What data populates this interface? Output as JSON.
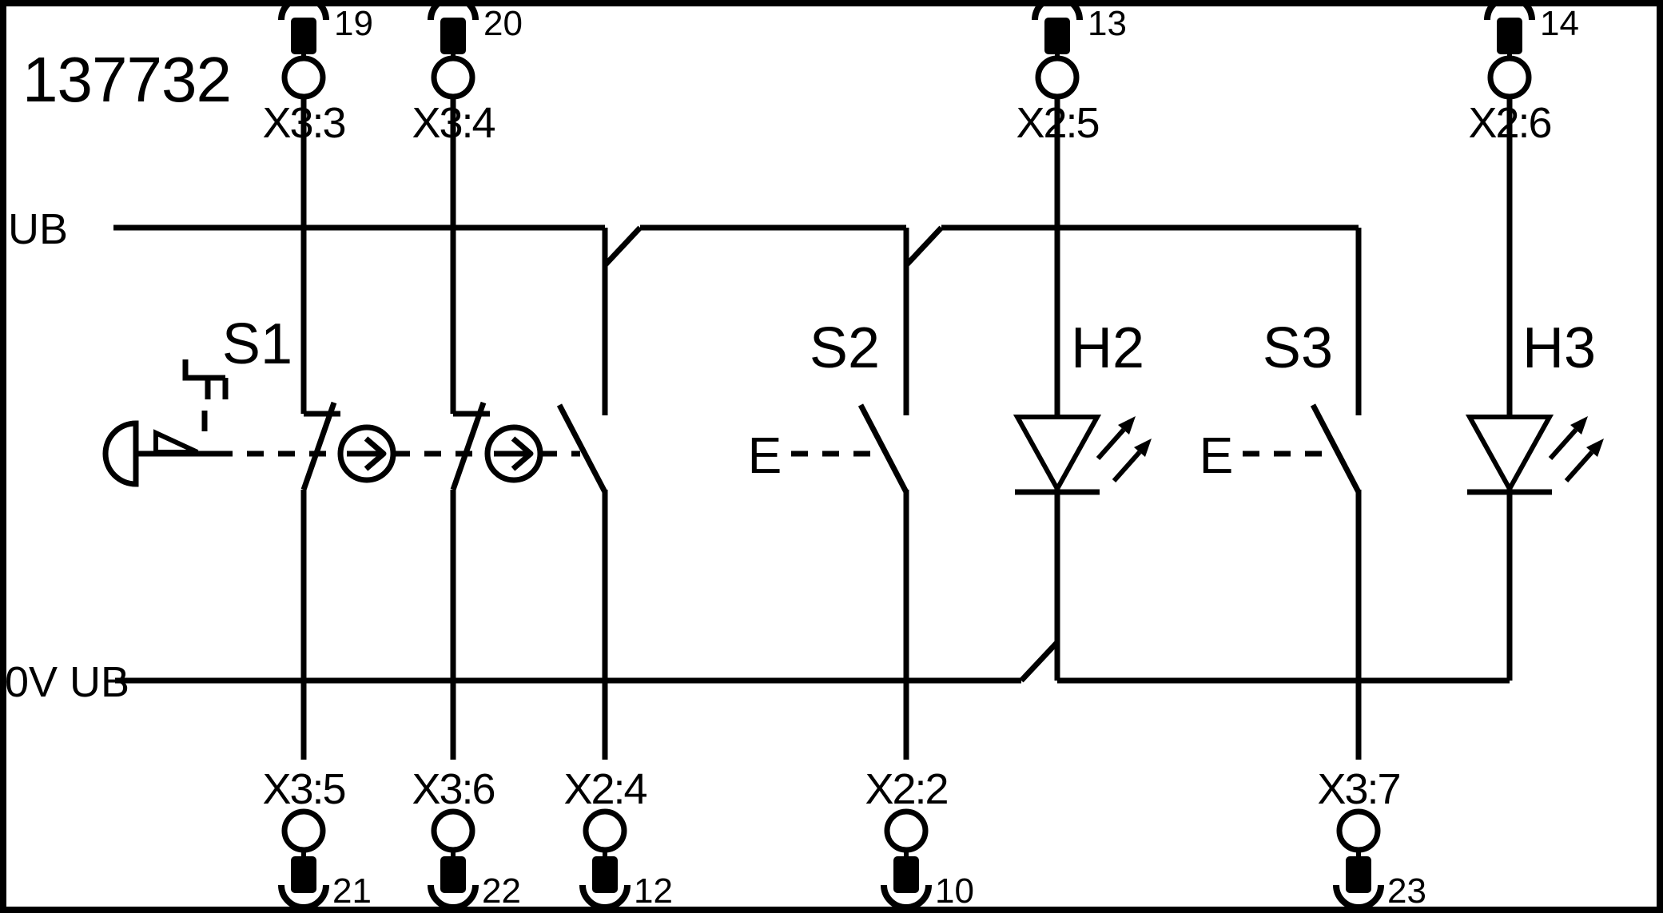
{
  "title": "137732",
  "colors": {
    "ink": "#000000",
    "background": "#ffffff"
  },
  "rails": {
    "top": {
      "label": "UB"
    },
    "bottom": {
      "label": "0V UB"
    }
  },
  "components": {
    "s1": {
      "label": "S1",
      "type": "manual pushbutton with detent, 2 NC + 1 NO contacts"
    },
    "s2": {
      "label": "S2",
      "type": "solenoid actuated NO contact",
      "actuation_label": "E"
    },
    "s3": {
      "label": "S3",
      "type": "solenoid actuated NO contact",
      "actuation_label": "E"
    },
    "h2": {
      "label": "H2",
      "type": "LED indicator lamp"
    },
    "h3": {
      "label": "H3",
      "type": "LED indicator lamp"
    }
  },
  "terminals": {
    "top": [
      {
        "label": "X3:3",
        "pin": "19"
      },
      {
        "label": "X3:4",
        "pin": "20"
      },
      {
        "label": "X2:5",
        "pin": "13"
      },
      {
        "label": "X2:6",
        "pin": "14"
      }
    ],
    "bottom": [
      {
        "label": "X3:5",
        "pin": "21"
      },
      {
        "label": "X3:6",
        "pin": "22"
      },
      {
        "label": "X2:4",
        "pin": "12"
      },
      {
        "label": "X2:2",
        "pin": "10"
      },
      {
        "label": "X3:7",
        "pin": "23"
      }
    ]
  }
}
